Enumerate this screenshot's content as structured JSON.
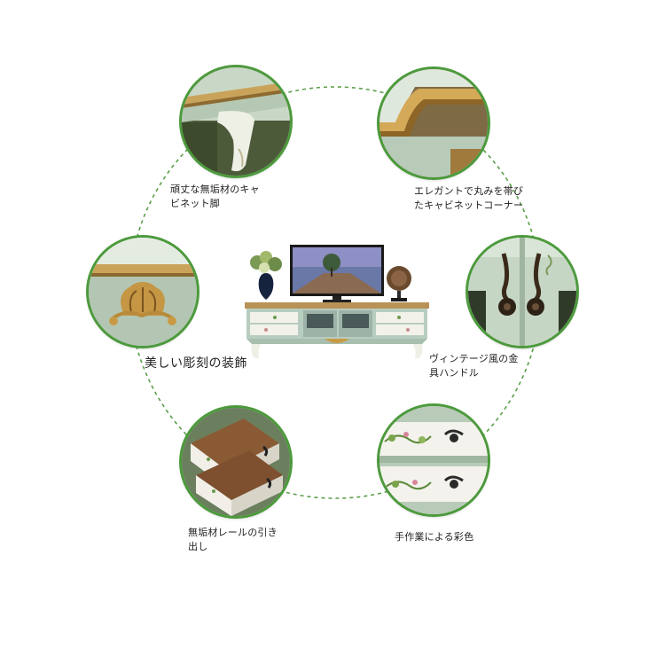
{
  "features": [
    {
      "id": "legs",
      "caption_line1": "頑丈な無垢材のキャ",
      "caption_line2": "ビネット脚",
      "icon": "cabinet-leg-closeup"
    },
    {
      "id": "corner",
      "caption_line1": "エレガントで丸みを帯び",
      "caption_line2": "たキャビネットコーナー",
      "icon": "rounded-corner-closeup"
    },
    {
      "id": "carving",
      "caption_line1": "美しい彫刻の装飾",
      "caption_line2": "",
      "icon": "carved-ornament-closeup"
    },
    {
      "id": "handles",
      "caption_line1": "ヴィンテージ風の金",
      "caption_line2": "具ハンドル",
      "icon": "vintage-handle-closeup"
    },
    {
      "id": "drawers",
      "caption_line1": "無垢材レールの引き",
      "caption_line2": "出し",
      "icon": "drawer-rail-closeup"
    },
    {
      "id": "painting",
      "caption_line1": "手作業による彩色",
      "caption_line2": "",
      "icon": "hand-painted-closeup"
    }
  ],
  "colors": {
    "ring": "#5aa04a",
    "circle_border": "#4c9a3c",
    "cabinet": "#b9cfc1",
    "gold": "#c99a45",
    "text": "#222222"
  }
}
